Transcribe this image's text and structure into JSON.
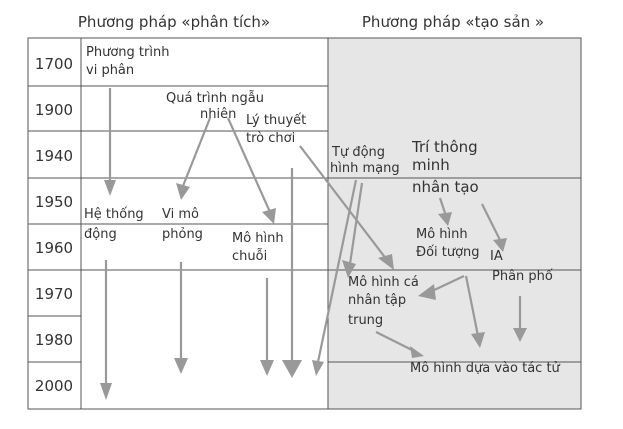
{
  "headers": {
    "analytic": "Phương pháp «phân tích»",
    "generative": "Phương pháp «tạo sản »"
  },
  "years": [
    "1700",
    "1900",
    "1940",
    "1950",
    "1960",
    "1970",
    "1980",
    "2000"
  ],
  "labels": {
    "differential_equations": [
      "Phương trình",
      "vi phân"
    ],
    "random_processes": [
      "Quá trình ngẫu",
      "nhiên"
    ],
    "game_theory": [
      "Lý thuyết",
      "trò chơi"
    ],
    "systems": [
      "Hệ thống",
      "động"
    ],
    "microsimulation": [
      "Vi mô",
      "phỏng"
    ],
    "chain_models": [
      "Mô hình",
      "chuỗi"
    ],
    "automata": [
      "Tự động",
      "hình mạng"
    ],
    "ai": [
      "Trí thông",
      "minh",
      "nhân tạo"
    ],
    "object_models": [
      "Mô hình",
      "Đối tượng"
    ],
    "ia": "IA",
    "distributed": "Phân phố",
    "individual_models": [
      "Mô hình cá",
      "nhân tập",
      "trung"
    ],
    "agent_models": "Mô hình dựa vào tác tử"
  },
  "colors": {
    "grid": "#555555",
    "shade": "#e6e6e6",
    "arrow": "#999999"
  }
}
